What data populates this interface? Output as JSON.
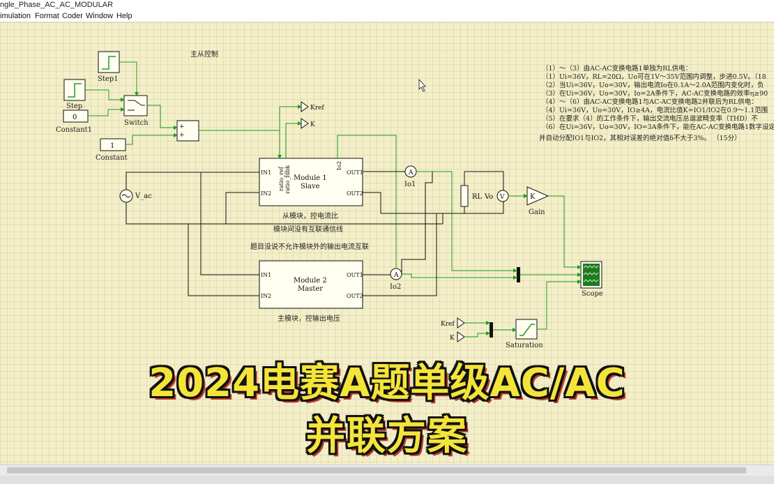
{
  "window": {
    "title": "ngle_Phase_AC_AC_MODULAR"
  },
  "menu": [
    "imulation",
    "Format",
    "Coder",
    "Window",
    "Help"
  ],
  "diagram": {
    "heading": "主从控制",
    "blocks": {
      "step1": "Step1",
      "step": "Step",
      "constant1_value": "0",
      "constant1": "Constant1",
      "switch": "Switch",
      "sum_plus": "+",
      "constant_value": "1",
      "constant": "Constant",
      "kref_out": "Kref",
      "k_out": "K",
      "vac": "V_ac",
      "module1_name": "Module 1",
      "module1_role": "Slave",
      "module1_in1": "IN1",
      "module1_in2": "IN2",
      "module1_ratio_ref": "ratio_ref",
      "module1_ratio_fdbk": "ratio_fdbk",
      "module1_io2": "Io2",
      "module1_out1": "OUT1",
      "module1_out2": "OUT2",
      "module2_name": "Module 2",
      "module2_role": "Master",
      "module2_in1": "IN1",
      "module2_in2": "IN2",
      "module2_out1": "OUT1",
      "module2_out2": "OUT2",
      "ammeter_symbol": "A",
      "io1": "Io1",
      "io2": "Io2",
      "rl": "RL",
      "vo": "Vo",
      "voltmeter_symbol": "V",
      "gain_symbol": "K",
      "gain": "Gain",
      "scope": "Scope",
      "kref_in": "Kref",
      "k_in": "K",
      "saturation": "Saturation"
    },
    "notes": {
      "slave": "从模块，控电流比",
      "no_comm": "模块间没有互联通信线",
      "question": "题目没说不允许模块外的输出电流互联",
      "master": "主模块，控输出电压"
    },
    "requirements": [
      "（1）～（3）由AC-AC变换电路1单独为RL供电：",
      "（1）Ui=36V，RL=20Ω，Uo可在1V～35V范围内调整，步进0.5V。（18",
      "（2）当Ui=36V，Uo=30V，输出电流Io在0.1A～2.0A范围内变化时，负",
      "（3）在Ui=36V，Uo=30V，Io=2A条件下，AC-AC变换电路的效率η≥90",
      "（4）～（6）由AC-AC变换电路1与AC-AC变换电路2并联后为RL供电：",
      "（4）Ui=36V，Uo=30V，IO≥4A，电流比值K=IO1/IO2在0.9～1.1范围",
      "（5）在要求（4）的工作条件下，输出交流电压总谐波畸变率（THD）不",
      "（6）在Ui=36V，Uo=30V，IO=3A条件下，能在AC-AC变换电路1数字设定",
      "并自动分配IO1与IO2，其相对误差的绝对值δ不大于3%。  （15分）"
    ]
  },
  "overlay": {
    "line1": "2024电赛A题单级AC/AC",
    "line2": "并联方案"
  },
  "colors": {
    "wire": "#1e9b1e",
    "line": "#111111",
    "canvas": "#f3efc9",
    "overlay_text": "#f4e43a"
  }
}
